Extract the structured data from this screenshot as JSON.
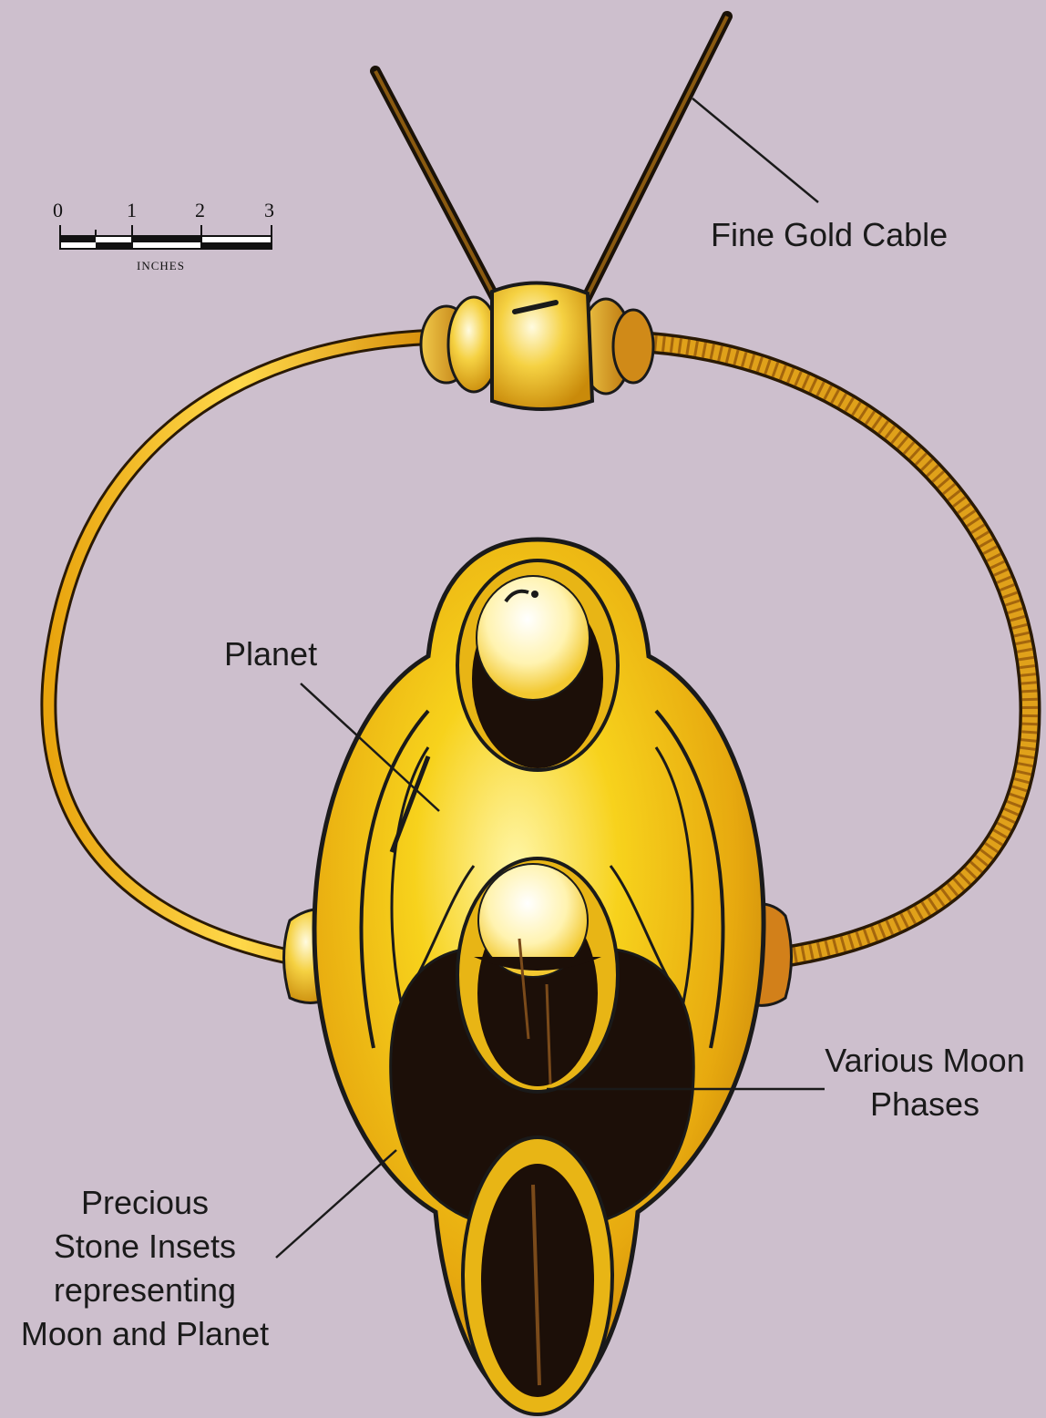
{
  "labels": {
    "cable": "Fine Gold Cable",
    "planet": "Planet",
    "moon_line1": "Various Moon",
    "moon_line2": "Phases",
    "stones_line1": "Precious",
    "stones_line2": "Stone Insets",
    "stones_line3": "representing",
    "stones_line4": "Moon and Planet"
  },
  "scale_bar": {
    "ticks": [
      "0",
      "1",
      "2",
      "3"
    ],
    "unit": "INCHES"
  },
  "colors": {
    "background": "#cdbfcd",
    "gold_light": "#fff4a8",
    "gold_mid": "#f5c518",
    "gold_dark": "#c98a0a",
    "inset": "#1c0f08",
    "outline": "#1a1a1a"
  }
}
